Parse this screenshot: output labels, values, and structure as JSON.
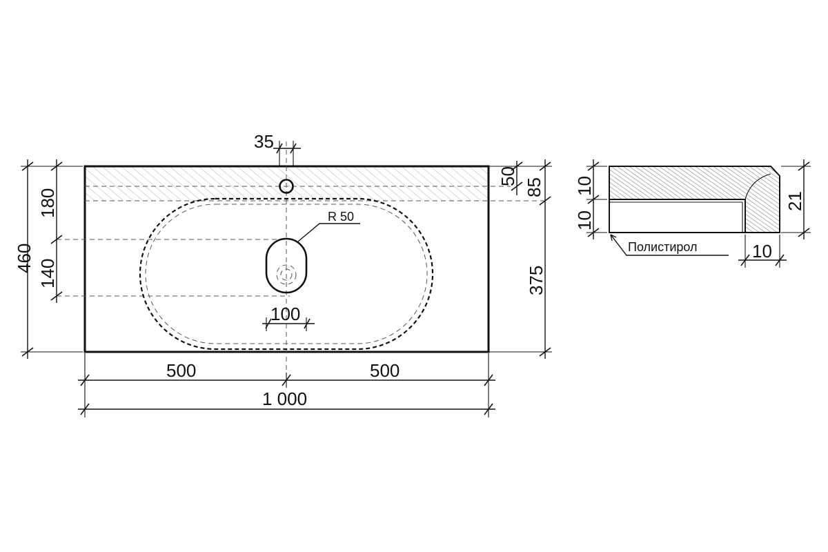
{
  "drawing": {
    "dimensions": {
      "total_width": "1 000",
      "left_half": "500",
      "right_half": "500",
      "total_depth": "460",
      "shelf_depth": "180",
      "drain_spacing": "140",
      "faucet_hole_offset": "35",
      "faucet_hole_depth": "50",
      "shelf_zone": "85",
      "bowl_depth": "375",
      "drain_width": "100",
      "drain_radius": "R 50"
    },
    "section": {
      "top_layer": "10",
      "bottom_layer": "10",
      "total_height": "21",
      "edge_width": "10",
      "material_label": "Полистирол"
    }
  }
}
